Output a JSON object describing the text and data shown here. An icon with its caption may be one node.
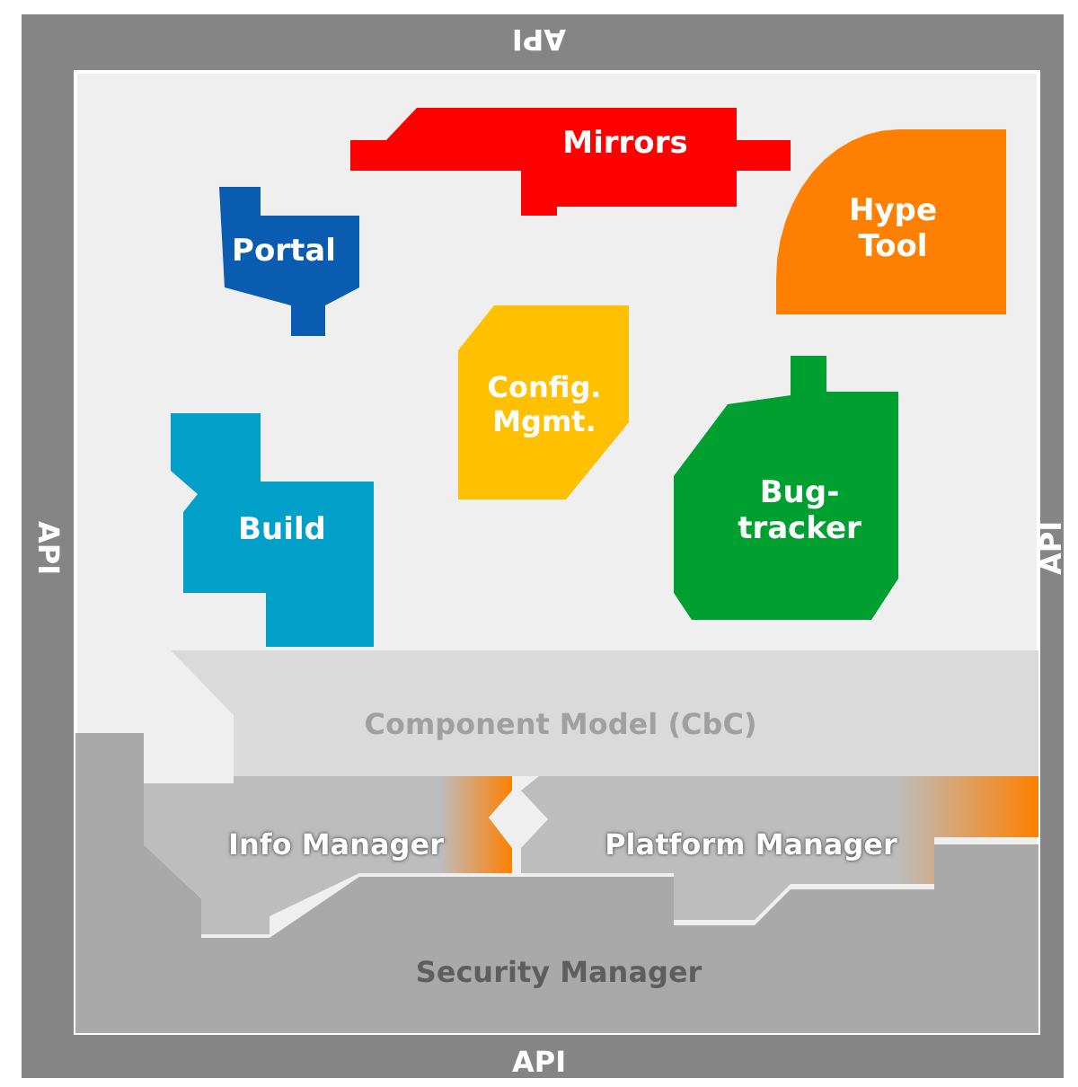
{
  "diagram": {
    "nodes": [
      {
        "text": [
          "API",
          "API",
          "API",
          "API"
        ]
      },
      {
        "text": [
          "Mirrors"
        ],
        "in": 0
      },
      {
        "text": [
          "Portal"
        ],
        "in": 0
      },
      {
        "text": [
          "Hype Tool"
        ],
        "in": 0
      },
      {
        "text": [
          "Config. Mgmt."
        ],
        "in": 0
      },
      {
        "text": [
          "Bug-tracker"
        ],
        "in": 0
      },
      {
        "text": [
          "Build"
        ],
        "in": 0
      },
      {
        "text": [
          "Security Manager"
        ],
        "in": 0
      },
      {
        "text": [
          "Component Model (CbC)"
        ],
        "in": 0
      },
      {
        "text": [
          "Info Manager"
        ],
        "in": 0
      },
      {
        "text": [
          "Platform Manager"
        ],
        "in": 0
      }
    ]
  }
}
